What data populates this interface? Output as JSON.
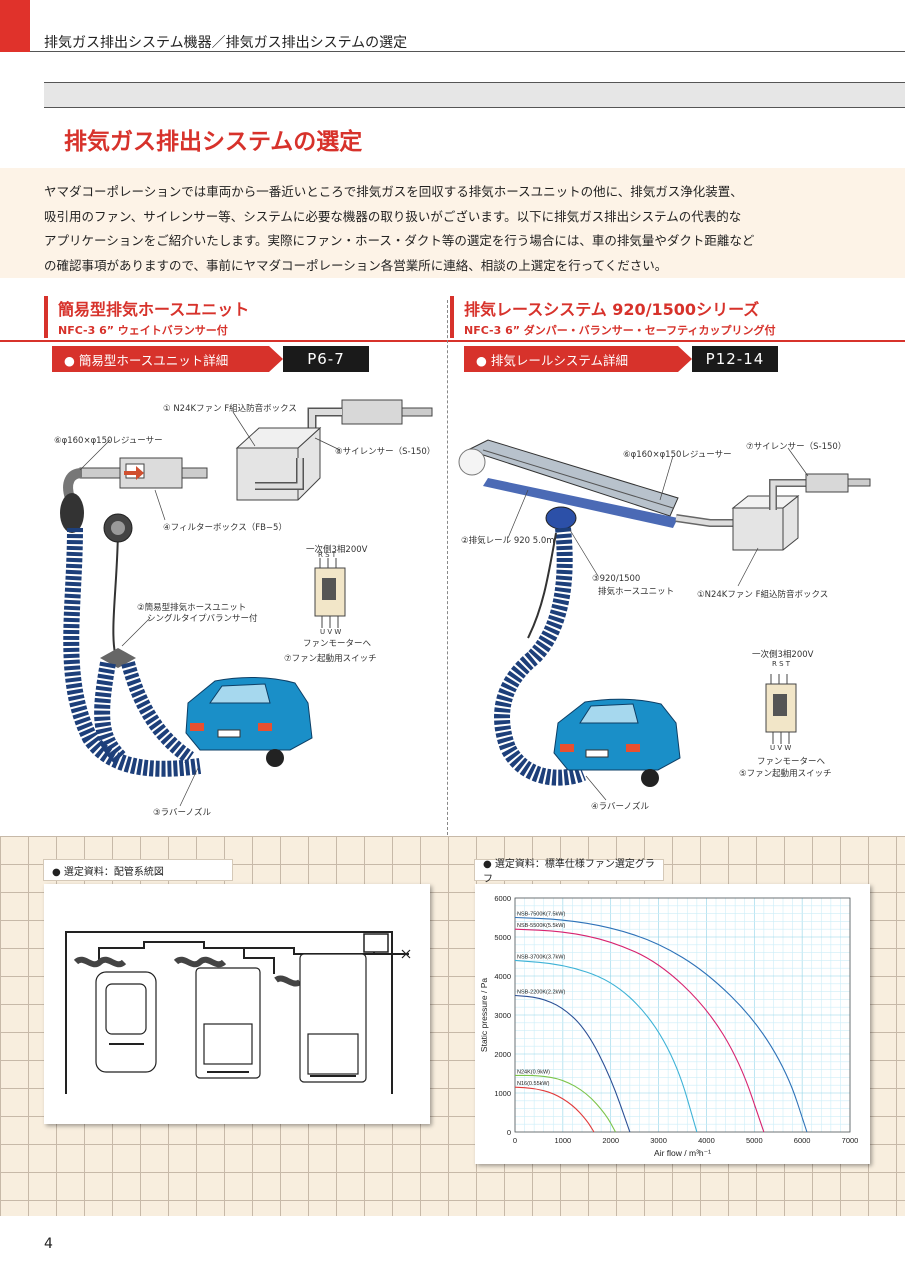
{
  "header": {
    "breadcrumb": "排気ガス排出システム機器／排気ガス排出システムの選定",
    "title": "排気ガス排出システムの選定"
  },
  "intro": {
    "lines": [
      "ヤマダコーポレーションでは車両から一番近いところで排気ガスを回収する排気ホースユニットの他に、排気ガス浄化装置、",
      "吸引用のファン、サイレンサー等、システムに必要な機器の取り扱いがございます。以下に排気ガス排出システムの代表的な",
      "アプリケーションをご紹介いたします。実際にファン・ホース・ダクト等の選定を行う場合には、車の排気量やダクト距離など",
      "の確認事項がありますので、事前にヤマダコーポレーション各営業所に連絡、相談の上選定を行ってください。"
    ]
  },
  "left": {
    "title": "簡易型排気ホースユニット",
    "subtitle": "NFC-3 6” ウェイトバランサー付",
    "pill_label": "● 簡易型ホースユニット詳細",
    "pill_page": "P6-7",
    "labels": {
      "l1": "① N24Kファン F組込防音ボックス",
      "l6": "⑥φ160×φ150レジューサー",
      "l8": "⑧サイレンサー（S-150）",
      "l4": "④フィルターボックス（FB−5）",
      "l2a": "②簡易型排気ホースユニット",
      "l2b": "シングルタイプバランサー付",
      "l7": "⑦ファン起動用スイッチ",
      "l3": "③ラバーノズル",
      "sw_top": "一次側3相200V",
      "sw_rst": "R S T",
      "sw_uvw": "U V W",
      "sw_fan": "ファンモーターへ"
    }
  },
  "right": {
    "title": "排気レースシステム 920/1500シリーズ",
    "subtitle": "NFC-3 6” ダンパー・バランサー・セーフティカップリング付",
    "pill_label": "● 排気レールシステム詳細",
    "pill_page": "P12-14",
    "labels": {
      "l6": "⑥φ160×φ150レジューサー",
      "l7": "⑦サイレンサー（S-150）",
      "l2": "②排気レール 920 5.0m",
      "l3a": "③920/1500",
      "l3b": "排気ホースユニット",
      "l1": "①N24Kファン F組込防音ボックス",
      "l5": "⑤ファン起動用スイッチ",
      "l4": "④ラバーノズル",
      "sw_top": "一次側3相200V",
      "sw_rst": "R S T",
      "sw_uvw": "U V W",
      "sw_fan": "ファンモーターへ"
    }
  },
  "bottom": {
    "left_tag": "● 選定資料：配管系統図",
    "right_tag": "● 選定資料：標準仕様ファン選定グラフ"
  },
  "chart_data": {
    "type": "line",
    "xlabel": "Air flow / m³h⁻¹",
    "ylabel": "Static pressure / Pa",
    "xlim": [
      0,
      7000
    ],
    "ylim": [
      0,
      6000
    ],
    "xticks": [
      0,
      1000,
      2000,
      3000,
      4000,
      5000,
      6000,
      7000
    ],
    "yticks": [
      0,
      1000,
      2000,
      3000,
      4000,
      5000,
      6000
    ],
    "grid": true,
    "series": [
      {
        "name": "NSB-7500K(7.5kW)",
        "color": "#2e72b8",
        "x": [
          0,
          1000,
          2000,
          3000,
          4000,
          5000,
          5700,
          6100
        ],
        "y": [
          5500,
          5450,
          5250,
          4850,
          4100,
          2900,
          1500,
          0
        ]
      },
      {
        "name": "NSB-5500K(5.5kW)",
        "color": "#d8236f",
        "x": [
          0,
          1000,
          2000,
          3000,
          4000,
          4700,
          5200
        ],
        "y": [
          5200,
          5150,
          4900,
          4350,
          3200,
          1800,
          0
        ]
      },
      {
        "name": "NSB-3700K(3.7kW)",
        "color": "#3eb2d6",
        "x": [
          0,
          1000,
          2000,
          2800,
          3400,
          3800
        ],
        "y": [
          4400,
          4300,
          3900,
          3000,
          1700,
          0
        ]
      },
      {
        "name": "NSB-2200K(2.2kW)",
        "color": "#2a4f95",
        "x": [
          0,
          500,
          1000,
          1500,
          2000,
          2400
        ],
        "y": [
          3500,
          3450,
          3200,
          2600,
          1400,
          0
        ]
      },
      {
        "name": "N24K(0.9kW)",
        "color": "#7cc44a",
        "x": [
          0,
          500,
          1000,
          1500,
          1900,
          2100
        ],
        "y": [
          1450,
          1450,
          1350,
          1000,
          450,
          0
        ]
      },
      {
        "name": "N16(0.55kW)",
        "color": "#e23b3b",
        "x": [
          0,
          400,
          800,
          1200,
          1500,
          1650
        ],
        "y": [
          1150,
          1120,
          1000,
          700,
          300,
          0
        ]
      }
    ]
  }
}
